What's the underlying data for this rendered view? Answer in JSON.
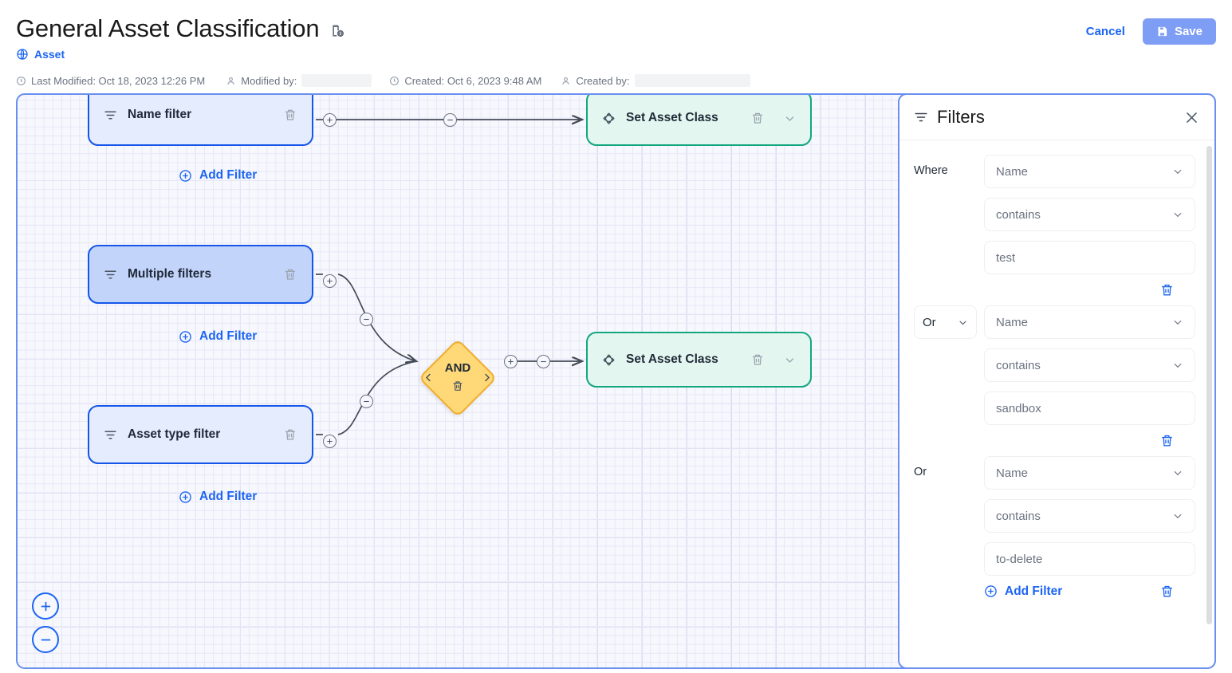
{
  "header": {
    "title": "General Asset Classification",
    "title_icon": "document-info-icon",
    "subtitle": "Asset",
    "subtitle_icon": "globe-icon",
    "meta": {
      "last_modified_label": "Last Modified: Oct 18, 2023 12:26 PM",
      "modified_by_label": "Modified by:",
      "modified_by_value": "",
      "created_label": "Created: Oct 6, 2023 9:48 AM",
      "created_by_label": "Created by:",
      "created_by_value": ""
    },
    "cancel_label": "Cancel",
    "save_label": "Save",
    "save_icon": "save-disk-icon",
    "accent_blue": "#1c64f2",
    "save_button_bg": "#7e9df4"
  },
  "canvas": {
    "border_color": "#6a8ff0",
    "nodes": [
      {
        "id": "name-filter",
        "label": "Name filter",
        "icon": "filter-icon",
        "type": "filter",
        "variant": "light"
      },
      {
        "id": "multi-filter",
        "label": "Multiple filters",
        "icon": "filter-icon",
        "type": "filter",
        "variant": "dark"
      },
      {
        "id": "asset-type",
        "label": "Asset type filter",
        "icon": "filter-icon",
        "type": "filter",
        "variant": "light"
      },
      {
        "id": "action-1",
        "label": "Set Asset Class",
        "icon": "move-diamond-icon",
        "type": "action"
      },
      {
        "id": "action-2",
        "label": "Set Asset Class",
        "icon": "move-diamond-icon",
        "type": "action"
      }
    ],
    "logic_node": {
      "label": "AND",
      "fill": "#ffd978",
      "border": "#f0ad2e"
    },
    "add_filter_label": "Add Filter",
    "add_filter_icon": "plus-circle-icon",
    "zoom_in_label": "+",
    "zoom_out_label": "−",
    "node_filter_border": "#1456e8",
    "node_action_border": "#13a67f"
  },
  "panel": {
    "title": "Filters",
    "title_icon": "filter-icon",
    "close_icon": "close-icon",
    "where_label": "Where",
    "or_label": "Or",
    "add_filter_label": "Add Filter",
    "groups": [
      {
        "conj_type": "label",
        "conj": "Where",
        "field": "Name",
        "operator": "contains",
        "value": "test"
      },
      {
        "conj_type": "select",
        "conj": "Or",
        "field": "Name",
        "operator": "contains",
        "value": "sandbox"
      },
      {
        "conj_type": "label",
        "conj": "Or",
        "field": "Name",
        "operator": "contains",
        "value": "to-delete"
      }
    ],
    "trash_icon": "trash-icon",
    "chevron_icon": "chevron-down-icon"
  }
}
